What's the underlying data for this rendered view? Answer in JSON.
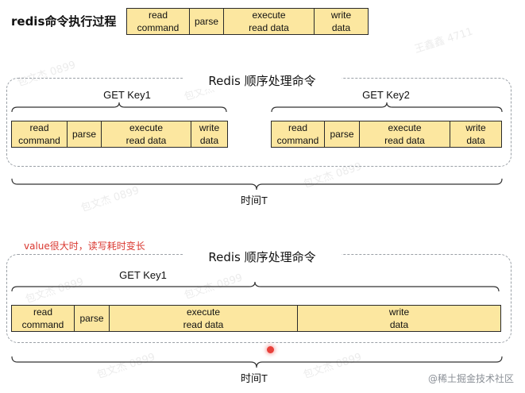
{
  "top": {
    "title": "redis命令执行过程",
    "steps": [
      "read\ncommand",
      "parse",
      "execute\nread data",
      "write\ndata"
    ]
  },
  "section1": {
    "box_title": "Redis 顺序处理命令",
    "cmd1": {
      "label": "GET Key1",
      "steps": [
        "read\ncommand",
        "parse",
        "execute\nread data",
        "write\ndata"
      ]
    },
    "cmd2": {
      "label": "GET Key2",
      "steps": [
        "read\ncommand",
        "parse",
        "execute\nread data",
        "write\ndata"
      ]
    },
    "time_label": "时间T"
  },
  "section2": {
    "note": "value很大时，读写耗时变长",
    "box_title": "Redis 顺序处理命令",
    "cmd1": {
      "label": "GET Key1",
      "steps": [
        "read\ncommand",
        "parse",
        "execute\nread data",
        "write\ndata"
      ]
    },
    "time_label": "时间T"
  },
  "footer": "@稀土掘金技术社区",
  "colors": {
    "step_fill": "#fce7a0",
    "note": "#d9362e",
    "dashed_border": "#9aa0a6"
  }
}
